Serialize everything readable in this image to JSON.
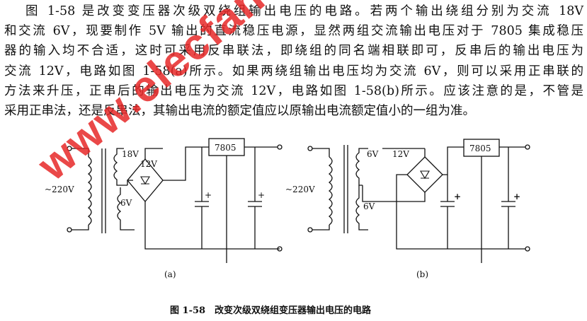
{
  "paragraph": [
    "图 1-58 是改变变压器次级双绕组输出电压的电路。若两个输出绕组分别为交流 18V",
    "和交流 6V，现要制作 5V 输出的直流稳压电源，显然两组交流输出电压对于 7805 集成稳压",
    "器的输入均不合适，这时可采用反串联法，即绕组的同名端相联即可，反串后的输出电压为",
    "交流 12V，电路如图 1-58(a)所示。如果两绕组输出电压均为交流 6V，则可以采用正串联的",
    "方法来升压，正串后的输出电压为交流 12V，电路如图 1-58(b)所示。应该注意的是，不管是",
    "采用正串法，还是反串法，其输出电流的额定值应以原输出电流额定值小的一组为准。"
  ],
  "circuit_a": {
    "input": "~220V",
    "winding1": "18V",
    "winding2": "6V",
    "bridge_out": "12V",
    "regulator": "7805",
    "plus": "+",
    "label": "(a)"
  },
  "circuit_b": {
    "input": "~220V",
    "winding1": "6V",
    "winding2": "6V",
    "bridge_out": "12V",
    "regulator": "7805",
    "plus": "+",
    "label": "(b)"
  },
  "caption": "图 1-58　改变次级双绕组变压器输出电压的电路",
  "watermark": "www.elecfans.com",
  "watermark_color": "#e62828"
}
